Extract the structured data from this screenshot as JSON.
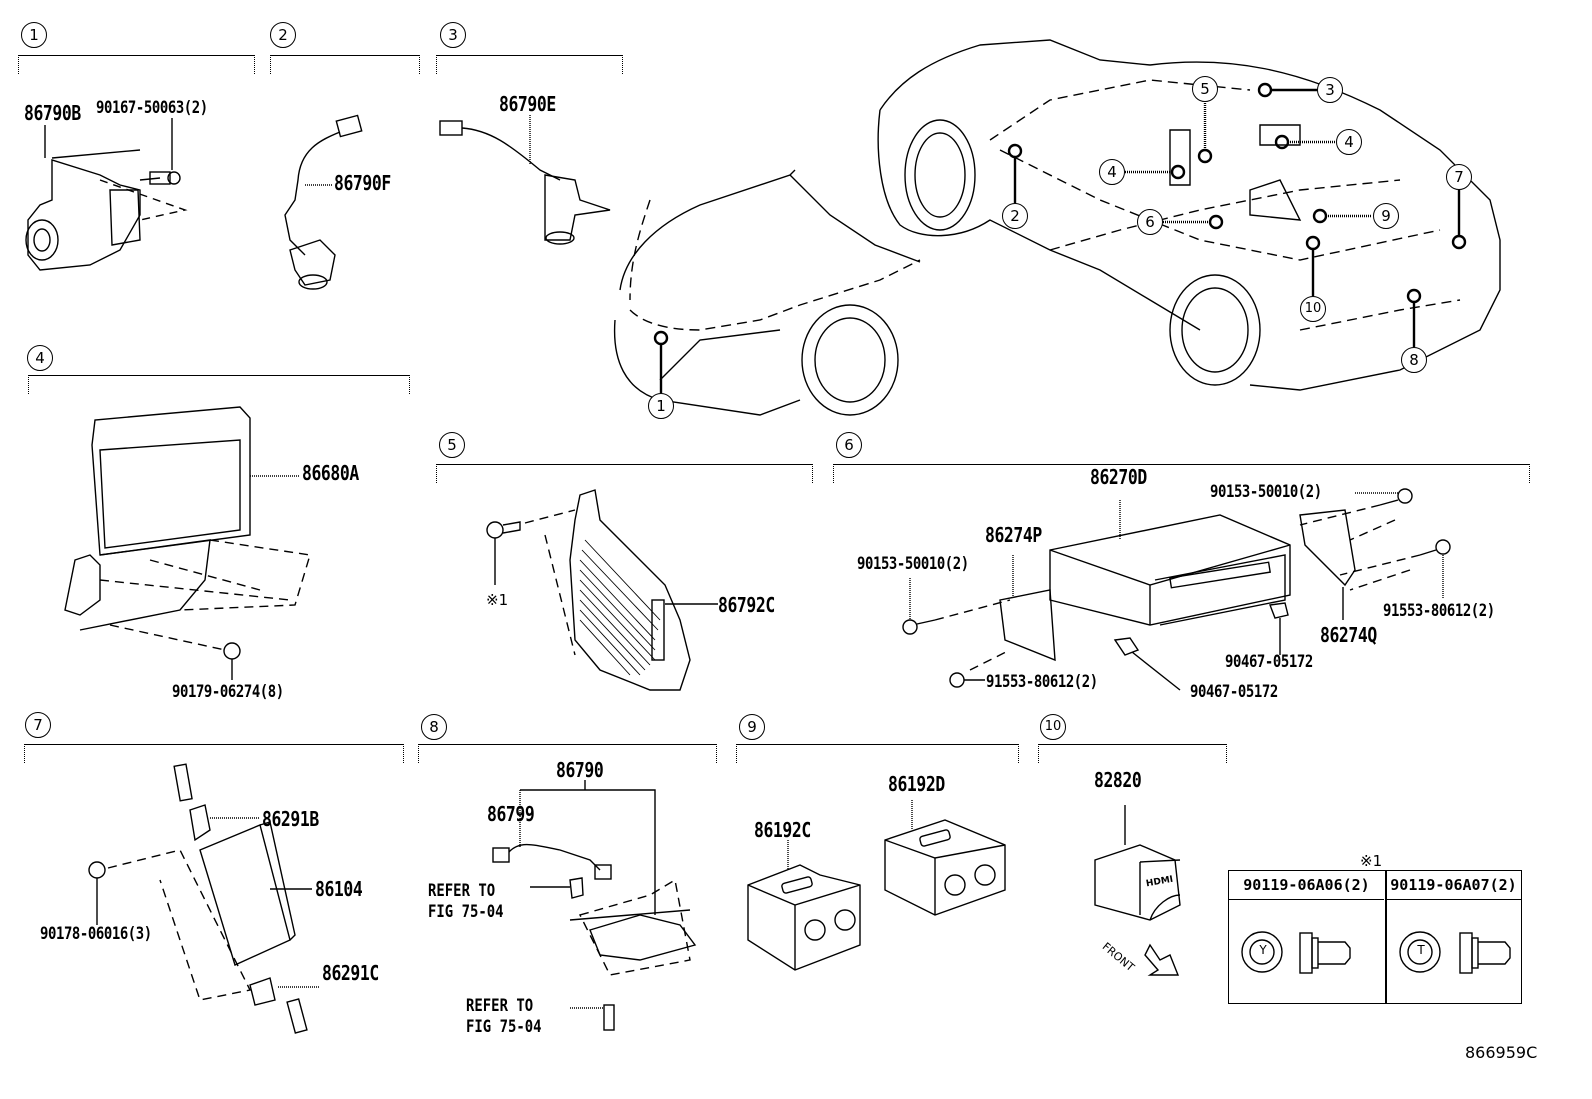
{
  "diagram": {
    "figure_code": "866959C",
    "note_symbol": "※1",
    "front_label": "FRONT",
    "groups": [
      {
        "num": "1",
        "parts": [
          "86790B",
          "90167-50063(2)"
        ]
      },
      {
        "num": "2",
        "parts": [
          "86790F"
        ]
      },
      {
        "num": "3",
        "parts": [
          "86790E"
        ]
      },
      {
        "num": "4",
        "parts": [
          "86680A",
          "90179-06274(8)"
        ]
      },
      {
        "num": "5",
        "parts": [
          "86792C",
          "※1"
        ]
      },
      {
        "num": "6",
        "parts": [
          "86270D",
          "86274P",
          "86274Q",
          "90153-50010(2)",
          "90153-50010(2)",
          "91553-80612(2)",
          "91553-80612(2)",
          "90467-05172",
          "90467-05172"
        ]
      },
      {
        "num": "7",
        "parts": [
          "86291B",
          "86104",
          "86291C",
          "90178-06016(3)"
        ]
      },
      {
        "num": "8",
        "parts": [
          "86790",
          "86799",
          "REFER TO FIG 75-04",
          "REFER TO FIG 75-04"
        ]
      },
      {
        "num": "9",
        "parts": [
          "86192C",
          "86192D"
        ]
      },
      {
        "num": "10",
        "parts": [
          "82820"
        ]
      }
    ],
    "car_callouts": [
      "1",
      "2",
      "3",
      "4",
      "4",
      "5",
      "6",
      "7",
      "8",
      "9",
      "10"
    ],
    "fastener_table": {
      "title": "※1",
      "columns": [
        {
          "part": "90119-06A06(2)",
          "head_mark": "Y"
        },
        {
          "part": "90119-06A07(2)",
          "head_mark": "T"
        }
      ]
    },
    "hdmi_text": "HDMI"
  }
}
